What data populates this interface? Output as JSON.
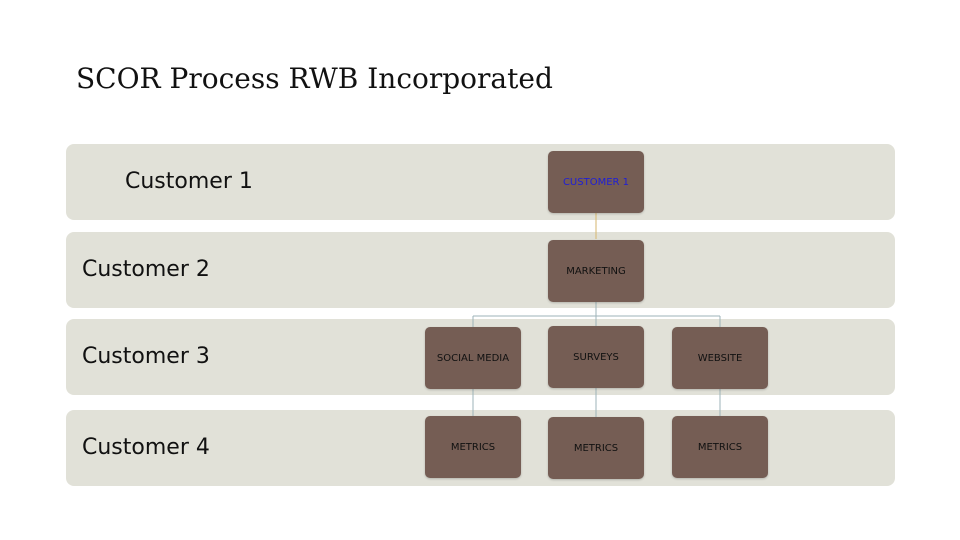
{
  "title": "SCOR Process RWB Incorporated",
  "bands": [
    {
      "label": "Customer 1"
    },
    {
      "label": "Customer 2"
    },
    {
      "label": "Customer 3"
    },
    {
      "label": "Customer 4"
    }
  ],
  "nodes": {
    "customer1": "CUSTOMER 1",
    "marketing": "MARKETING",
    "social_media": "SOCIAL MEDIA",
    "surveys": "SURVEYS",
    "website": "WEBSITE",
    "metrics_social": "METRICS",
    "metrics_surveys": "METRICS",
    "metrics_website": "METRICS"
  },
  "colors": {
    "band": "#e1e1d8",
    "node": "#755d54",
    "connector": "#9db3b8",
    "top_connector": "#d6b66e",
    "top_node_text": "#1f1fd6"
  }
}
